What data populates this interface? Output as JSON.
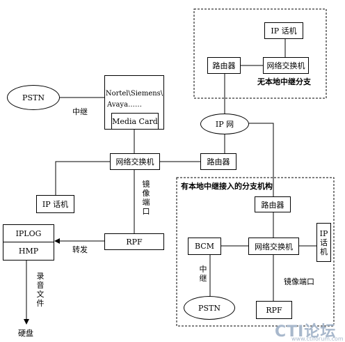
{
  "nodes": {
    "pstn_top": "PSTN",
    "pbx_line1": "Nortel\\Siemens\\",
    "pbx_line2": "Avaya……",
    "media_card": "Media Card",
    "ip_network": "IP 网",
    "switch_center": "网络交换机",
    "router_center": "路由器",
    "ip_phone_left": "IP 话机",
    "rpf_center": "RPF",
    "iplog": "IPLOG",
    "hmp": "HMP",
    "branch_a_ip_phone": "IP 话机",
    "branch_a_router": "路由器",
    "branch_a_switch": "网络交换机",
    "branch_b_router": "路由器",
    "branch_b_switch": "网络交换机",
    "branch_b_bcm": "BCM",
    "branch_b_ip_phone": "IP 话机",
    "branch_b_pstn": "PSTN",
    "branch_b_rpf": "RPF"
  },
  "labels": {
    "trunk_top": "中继",
    "mirror_port_center": "镜像端口",
    "forward": "转发",
    "record_file": "录音文件",
    "hard_disk": "硬盘",
    "branch_a_title": "无本地中继分支",
    "branch_b_title": "有本地中继接入的分支机构",
    "trunk_branch": "中继",
    "mirror_port_branch": "镜像端口"
  },
  "watermark": {
    "brand": "CTI论坛",
    "url": "www.ctiforum.com"
  }
}
